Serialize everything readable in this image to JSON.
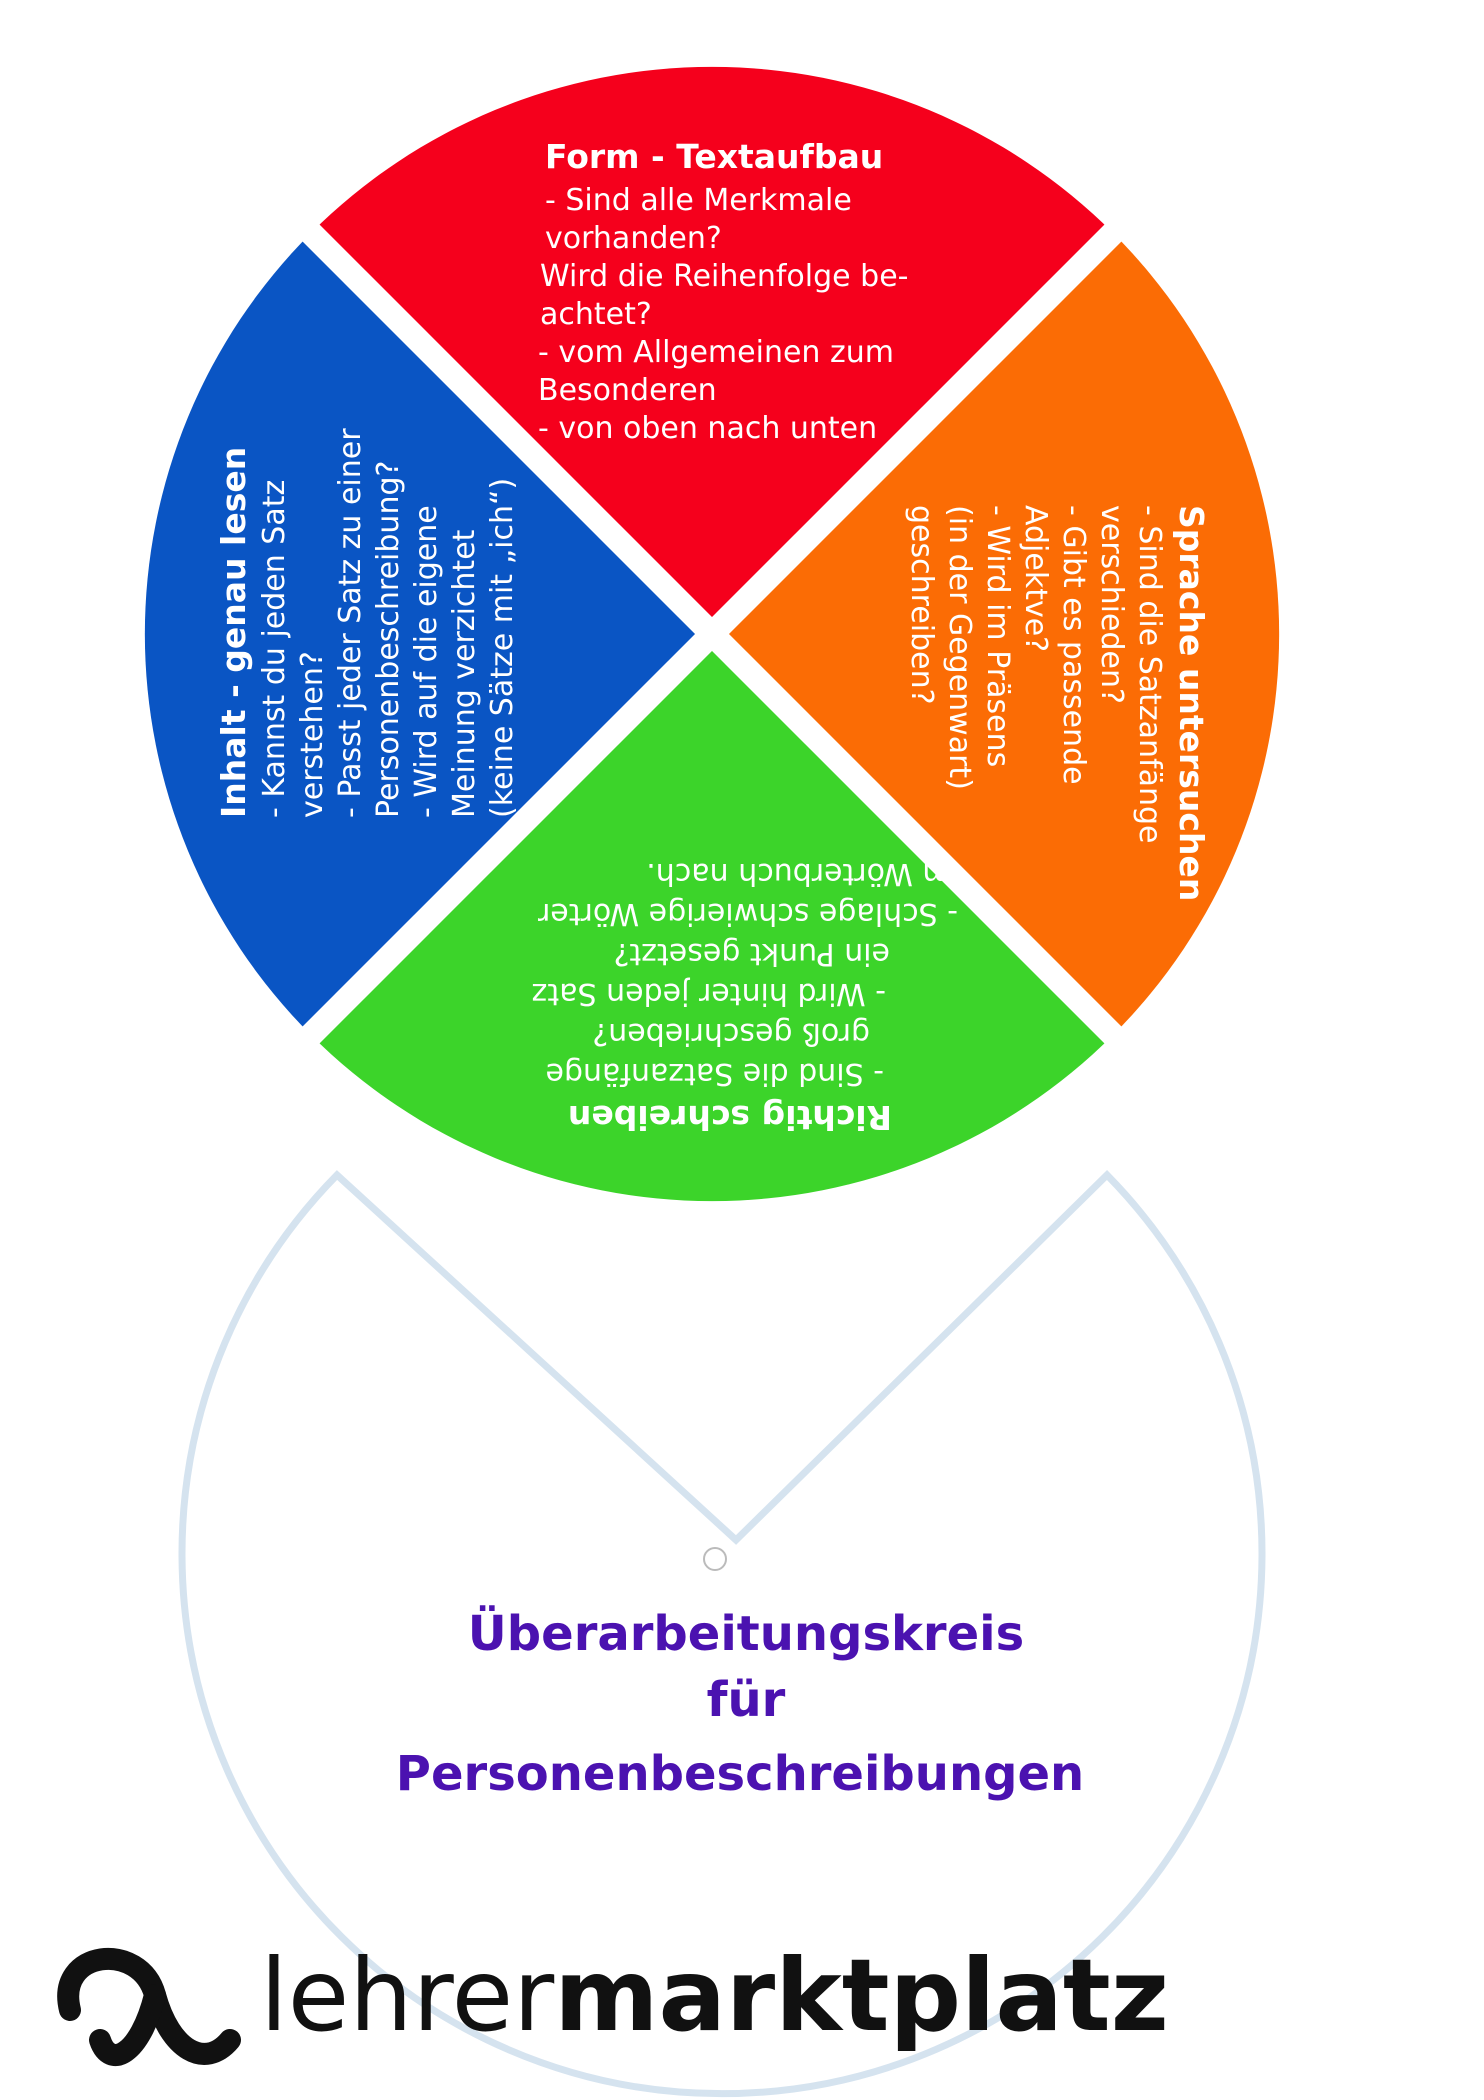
{
  "wheel": {
    "form": {
      "title": "Form - Textaufbau",
      "lines": [
        "- Sind alle Merkmale",
        "vorhanden?",
        "Wird die Reihenfolge be-",
        "achtet?",
        "- vom Allgemeinen zum",
        "Besonderen",
        "- von oben nach unten"
      ],
      "color": "#f5001c"
    },
    "inhalt": {
      "title": "Inhalt - genau lesen",
      "lines": [
        "- Kannst du jeden Satz",
        "verstehen?",
        "- Passt jeder Satz zu einer",
        "Personenbeschreibung?",
        "- Wird auf die eigene",
        "Meinung verzichtet",
        "(keine Sätze mit „ich“)"
      ],
      "color": "#0a55c4"
    },
    "sprache": {
      "title": "Sprache untersuchen",
      "lines": [
        "- Sind die Satzanfänge",
        "verschieden?",
        "- Gibt es passende",
        "Adjektve?",
        "- Wird im Präsens",
        "(in der Gegenwart)",
        "geschreiben?"
      ],
      "color": "#fb6c05"
    },
    "richtig": {
      "title": "Richtig schreiben",
      "lines": [
        "- Sind die Satzanfänge",
        "groß geschrieben?",
        "- Wird hinter jeden Satz",
        "ein Punkt gesetzt?",
        "- Schlage schwierige Wörter",
        "im Wörterbuch nach."
      ],
      "color": "#3cd42a"
    }
  },
  "base": {
    "title_line1": "Überarbeitungskreis",
    "title_line2": "für",
    "title_line3": "Personenbeschreibungen",
    "title_color": "#4b12b0"
  },
  "watermark": {
    "part1": "lehrer",
    "part2": "marktplatz"
  }
}
